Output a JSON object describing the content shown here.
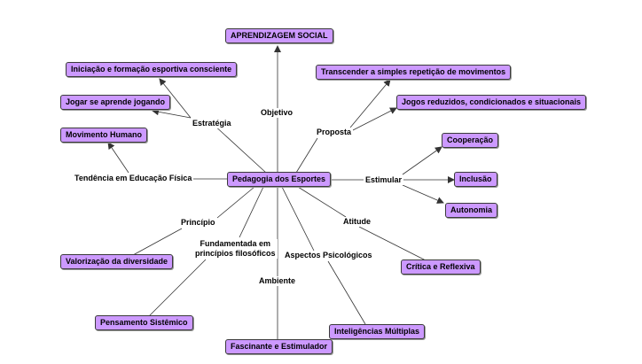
{
  "center": "Pedagogia dos Esportes",
  "nodes": {
    "aprendizagem_social": "APRENDIZAGEM SOCIAL",
    "iniciacao": "Iniciação e formação esportiva consciente",
    "jogar": "Jogar se aprende jogando",
    "movimento_humano": "Movimento Humano",
    "transcender": "Transcender a simples repetição de movimentos",
    "jogos_reduzidos": "Jogos reduzidos, condicionados e situacionais",
    "cooperacao": "Cooperação",
    "inclusao": "Inclusão",
    "autonomia": "Autonomia",
    "critica": "Crítica e Reflexiva",
    "valorizacao": "Valorização da diversidade",
    "pensamento": "Pensamento Sistêmico",
    "fascinante": "Fascinante e Estimulador",
    "inteligencias": "Inteligências Múltiplas"
  },
  "links": {
    "objetivo": "Objetivo",
    "estrategia": "Estratégia",
    "proposta": "Proposta",
    "tendencia": "Tendência em Educação Física",
    "estimular": "Estimular",
    "principio": "Princípio",
    "fundamentada": "Fundamentada em\nprincípios filosóficos",
    "atitude": "Atitude",
    "aspectos": "Aspectos Psicológicos",
    "ambiente": "Ambiente"
  },
  "colors": {
    "node_fill": "#cc99ff",
    "line": "#333333"
  }
}
